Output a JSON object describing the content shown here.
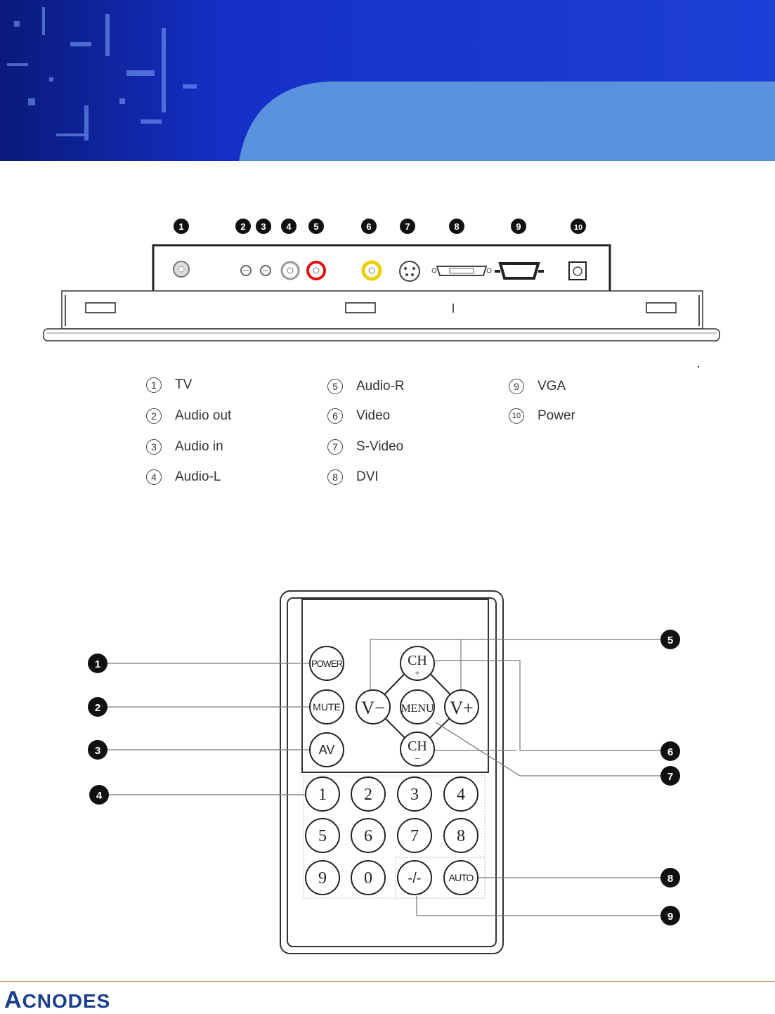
{
  "connector_panel": {
    "callouts": [
      "1",
      "2",
      "3",
      "4",
      "5",
      "6",
      "7",
      "8",
      "9",
      "10"
    ]
  },
  "legend": [
    {
      "num": "1",
      "label": "TV"
    },
    {
      "num": "2",
      "label": "Audio out"
    },
    {
      "num": "3",
      "label": "Audio in"
    },
    {
      "num": "4",
      "label": "Audio-L"
    },
    {
      "num": "5",
      "label": "Audio-R"
    },
    {
      "num": "6",
      "label": "Video"
    },
    {
      "num": "7",
      "label": "S-Video"
    },
    {
      "num": "8",
      "label": "DVI"
    },
    {
      "num": "9",
      "label": "VGA"
    },
    {
      "num": "10",
      "label": "Power"
    }
  ],
  "remote": {
    "buttons": {
      "power": "POWER",
      "mute": "MUTE",
      "av": "AV",
      "v_minus": "V−",
      "v_plus": "V+",
      "menu": "MENU",
      "ch_plus_top": "CH",
      "ch_plus_bottom": "+",
      "ch_minus_top": "CH",
      "ch_minus_bottom": "−",
      "digits": [
        "1",
        "2",
        "3",
        "4",
        "5",
        "6",
        "7",
        "8",
        "9",
        "0"
      ],
      "dash": "-/-",
      "auto": "AUTO"
    },
    "callouts": [
      "1",
      "2",
      "3",
      "4",
      "5",
      "6",
      "7",
      "8",
      "9"
    ]
  },
  "footer": {
    "logo_first": "A",
    "logo_rest": "CNODES"
  },
  "colors": {
    "banner_blue": "#1d3fd6",
    "banner_light": "#5a92de",
    "logo": "#1a3d8f",
    "footer_line": "#e07a3a"
  }
}
